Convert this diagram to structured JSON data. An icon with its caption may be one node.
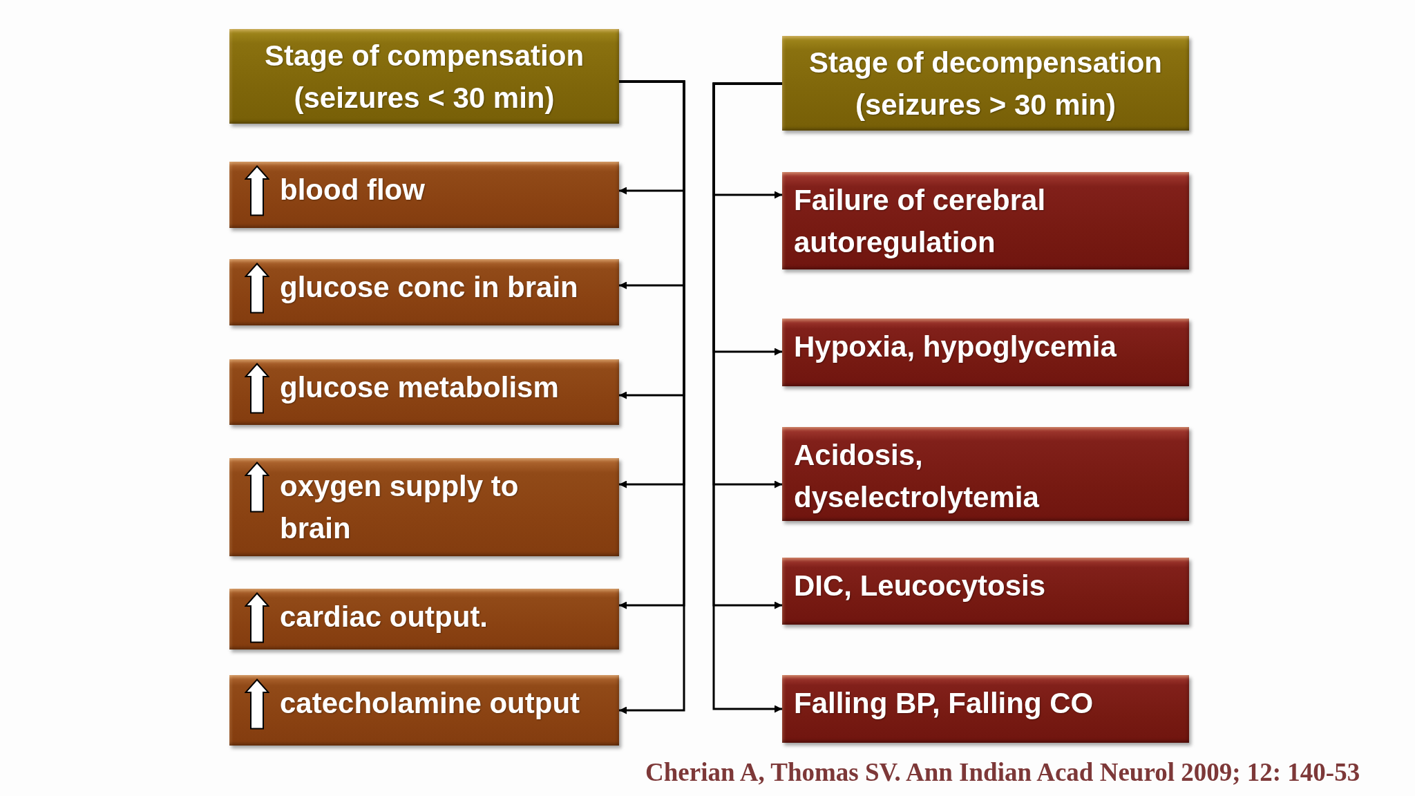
{
  "diagram": {
    "nodes": [
      {
        "text": [
          "Stage of compensation (seizures < 30 min)"
        ]
      },
      {
        "text": [
          "blood flow"
        ]
      },
      {
        "text": [
          "glucose conc in brain"
        ]
      },
      {
        "text": [
          "glucose metabolism"
        ]
      },
      {
        "text": [
          "oxygen supply to brain"
        ]
      },
      {
        "text": [
          "cardiac output."
        ]
      },
      {
        "text": [
          "catecholamine output"
        ]
      },
      {
        "text": [
          "Stage of decompensation (seizures > 30 min)"
        ]
      },
      {
        "text": [
          "Failure of cerebral autoregulation"
        ]
      },
      {
        "text": [
          "Hypoxia, hypoglycemia"
        ]
      },
      {
        "text": [
          "Acidosis, dyselectrolytemia"
        ]
      },
      {
        "text": [
          "DIC, Leucocytosis"
        ]
      },
      {
        "text": [
          "Falling BP, Falling CO"
        ]
      }
    ],
    "edges": [
      {
        "from": 0,
        "to": 1,
        "arrow": "to"
      },
      {
        "from": 0,
        "to": 2,
        "arrow": "to"
      },
      {
        "from": 0,
        "to": 3,
        "arrow": "to"
      },
      {
        "from": 0,
        "to": 4,
        "arrow": "to"
      },
      {
        "from": 0,
        "to": 5,
        "arrow": "to"
      },
      {
        "from": 0,
        "to": 6,
        "arrow": "to"
      },
      {
        "from": 7,
        "to": 8,
        "arrow": "to"
      },
      {
        "from": 7,
        "to": 9,
        "arrow": "to"
      },
      {
        "from": 7,
        "to": 10,
        "arrow": "to"
      },
      {
        "from": 7,
        "to": 11,
        "arrow": "to"
      },
      {
        "from": 7,
        "to": 12,
        "arrow": "to"
      }
    ],
    "labels": [
      "Cherian A, Thomas SV. Ann Indian Acad Neurol 2009; 12: 140-53"
    ]
  }
}
